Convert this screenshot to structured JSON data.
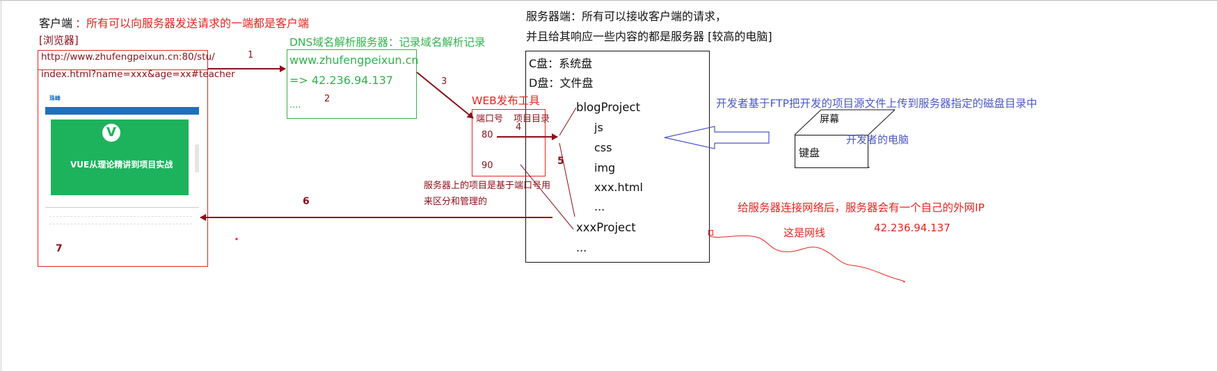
{
  "client": {
    "label": "客户端",
    "desc": "：所有可以向服务器发送请求的一端都是客户端",
    "browser": "[浏览器]",
    "url_line1": "http://www.zhufengpeixun.cn:80/stu/",
    "url_line2": "index.html?name=xxx&age=xx#teacher",
    "browser_number": "7",
    "mock": {
      "banner_title": "VUE从理论精讲到项目实战",
      "logo_letter": "V",
      "logo_text": "珠峰"
    }
  },
  "dns": {
    "title": "DNS域名解析服务器：记录域名解析记录",
    "domain": "www.zhufengpeixun.cn",
    "ip": "=> 42.236.94.137",
    "more": "....",
    "number": "2"
  },
  "server": {
    "title_line1": "服务器端：所有可以接收客户端的请求，",
    "title_line2": "并且给其响应一些内容的都是服务器  [较高的电脑]",
    "disks": [
      "C盘：系统盘",
      "D盘：文件盘"
    ],
    "project1": "blogProject",
    "project1_files": [
      "js",
      "css",
      "img",
      "xxx.html",
      "..."
    ],
    "project2": "xxxProject",
    "more": "..."
  },
  "web_tool": {
    "title": "WEB发布工具",
    "col_port": "端口号",
    "col_dir": "项目目录",
    "ports": [
      "80",
      "90"
    ],
    "note_line1": "服务器上的项目是基于端口号用",
    "note_line2": "来区分和管理的"
  },
  "steps": {
    "s1": "1",
    "s3": "3",
    "s4": "4",
    "s5": "5",
    "s6": "6"
  },
  "developer": {
    "ftp_note": "开发者基于FTP把开发的项目源文件上传到服务器指定的磁盘目录中",
    "screen": "屏幕",
    "keyboard": "键盘",
    "computer": "开发者的电脑"
  },
  "network": {
    "note": "给服务器连接网络后，服务器会有一个自己的外网IP",
    "cable": "这是网线",
    "ip": "42.236.94.137"
  },
  "colors": {
    "red": "#e3251f",
    "maroon": "#8b0f1a",
    "green": "#2fb34a",
    "blue": "#4b57c9",
    "dark": "#111111"
  }
}
